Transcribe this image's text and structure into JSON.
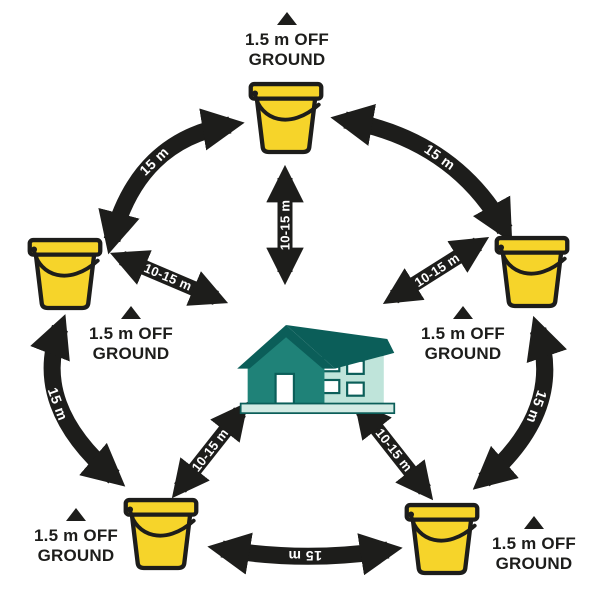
{
  "colors": {
    "background": "#ffffff",
    "arrow_black": "#1d1d1b",
    "text_black": "#1d1d1b",
    "label_white": "#ffffff",
    "bucket_yellow": "#f6d42a",
    "roof_teal_dark": "#0b5e59",
    "wall_teal_mid": "#1f8278",
    "wall_teal_light": "#bfe4da",
    "window_white": "#ffffff",
    "base_teal_pale": "#d3ebe4"
  },
  "icons": {
    "bucket": "bucket-icon",
    "house": "house-icon",
    "height_marker": "up-arrow-icon"
  },
  "buckets": [
    {
      "position": "top",
      "label_line1": "1.5 m OFF",
      "label_line2": "GROUND"
    },
    {
      "position": "upper-left",
      "label_line1": "1.5 m OFF",
      "label_line2": "GROUND"
    },
    {
      "position": "upper-right",
      "label_line1": "1.5 m OFF",
      "label_line2": "GROUND"
    },
    {
      "position": "bottom-left",
      "label_line1": "1.5 m OFF",
      "label_line2": "GROUND"
    },
    {
      "position": "bottom-right",
      "label_line1": "1.5 m OFF",
      "label_line2": "GROUND"
    }
  ],
  "arrows": {
    "bucket_to_bucket": [
      {
        "between": "top and upper-left",
        "label": "15 m"
      },
      {
        "between": "top and upper-right",
        "label": "15 m"
      },
      {
        "between": "upper-left and bottom-left",
        "label": "15 m"
      },
      {
        "between": "upper-right and bottom-right",
        "label": "15 m"
      },
      {
        "between": "bottom-left and bottom-right",
        "label": "15 m"
      }
    ],
    "house_to_bucket": [
      {
        "to": "top",
        "label": "10-15 m"
      },
      {
        "to": "upper-left",
        "label": "10-15 m"
      },
      {
        "to": "upper-right",
        "label": "10-15 m"
      },
      {
        "to": "bottom-left",
        "label": "10-15 m"
      },
      {
        "to": "bottom-right",
        "label": "10-15 m"
      }
    ]
  }
}
